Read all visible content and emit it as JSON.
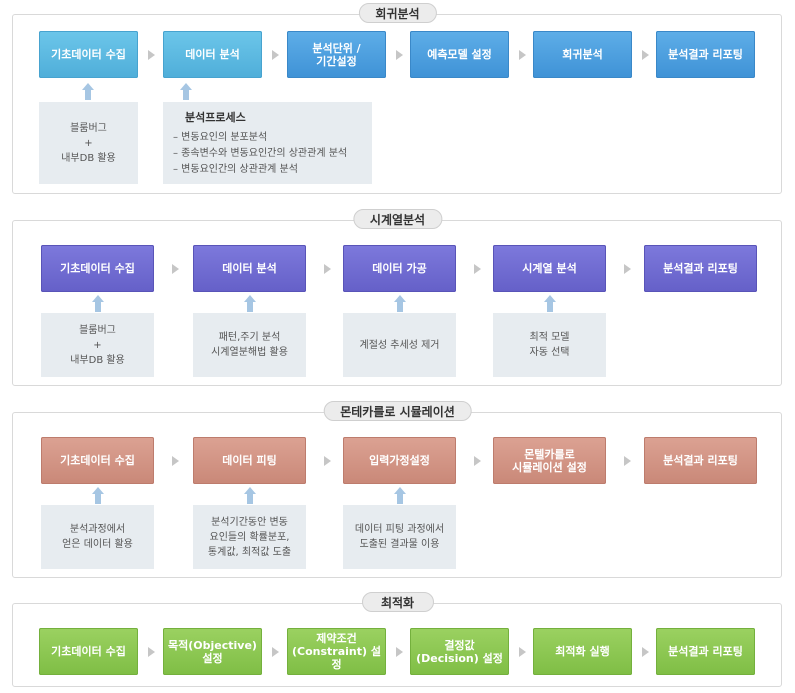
{
  "sections": [
    {
      "title": "회귀분석",
      "boxes": [
        "기초데이터 수집",
        "데이터 분석",
        "분석단위 /\n기간설정",
        "예측모델 설정",
        "회귀분석",
        "분석결과 리포팅"
      ],
      "note1": "블룸버그\n+\n내부DB 활용",
      "process": {
        "title": "분석프로세스",
        "items": [
          "– 변동요인의 분포분석",
          "– 종속변수와 변동요인간의 상관관계 분석",
          "– 변동요인간의 상관관계 분석"
        ]
      }
    },
    {
      "title": "시계열분석",
      "boxes": [
        "기초데이터 수집",
        "데이터 분석",
        "데이터 가공",
        "시계열 분석",
        "분석결과 리포팅"
      ],
      "notes": [
        "블룸버그\n+\n내부DB 활용",
        "패턴,주기 분석\n시계열분해법 활용",
        "계절성 추세성 제거",
        "최적 모델\n자동 선택"
      ]
    },
    {
      "title": "몬테카를로 시뮬레이션",
      "boxes": [
        "기초데이터 수집",
        "데이터 피팅",
        "입력가정설정",
        "몬텔카를로\n시뮬레이션 설정",
        "분석결과 리포팅"
      ],
      "notes": [
        "분석과정에서\n얻은 데이터 활용",
        "분석기간동안 변동\n요인들의 확률분포,\n통계값, 최적값 도출",
        "데이터 피팅 과정에서\n도출된 결과물 이용"
      ]
    },
    {
      "title": "최적화",
      "boxes": [
        "기초데이터 수집",
        "목적(Objective)\n설정",
        "제약조건\n(Constraint) 설정",
        "결정값\n(Decision) 설정",
        "최적화 실행",
        "분석결과 리포팅"
      ]
    }
  ],
  "colors": {
    "regression": "#4faed9",
    "regression_dark": "#3f92d6",
    "timeseries": "#6560c8",
    "montecarlo": "#c98878",
    "optimization": "#7fbe45",
    "note_bg": "#e7ecf0",
    "up_arrow": "#a6c6e3"
  }
}
